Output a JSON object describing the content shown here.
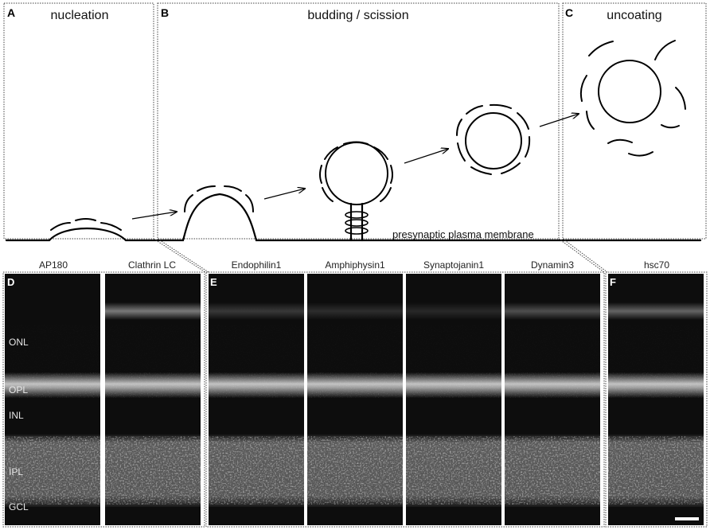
{
  "panels": {
    "a": {
      "letter": "A",
      "title": "nucleation"
    },
    "b": {
      "letter": "B",
      "title": "budding / scission"
    },
    "c": {
      "letter": "C",
      "title": "uncoating"
    }
  },
  "membrane_label": "presynaptic plasma membrane",
  "micrographs": {
    "d": {
      "letter": "D",
      "labels": [
        "AP180",
        "Clathrin LC"
      ]
    },
    "e": {
      "letter": "E",
      "labels": [
        "Endophilin1",
        "Amphiphysin1",
        "Synaptojanin1",
        "Dynamin3"
      ]
    },
    "f": {
      "letter": "F",
      "labels": [
        "hsc70"
      ]
    }
  },
  "layers": {
    "onl": "ONL",
    "opl": "OPL",
    "inl": "INL",
    "ipl": "IPL",
    "gcl": "GCL"
  },
  "colors": {
    "line": "#000000",
    "micrograph_bg": "#0d0d0d",
    "band": "#ffffff"
  }
}
